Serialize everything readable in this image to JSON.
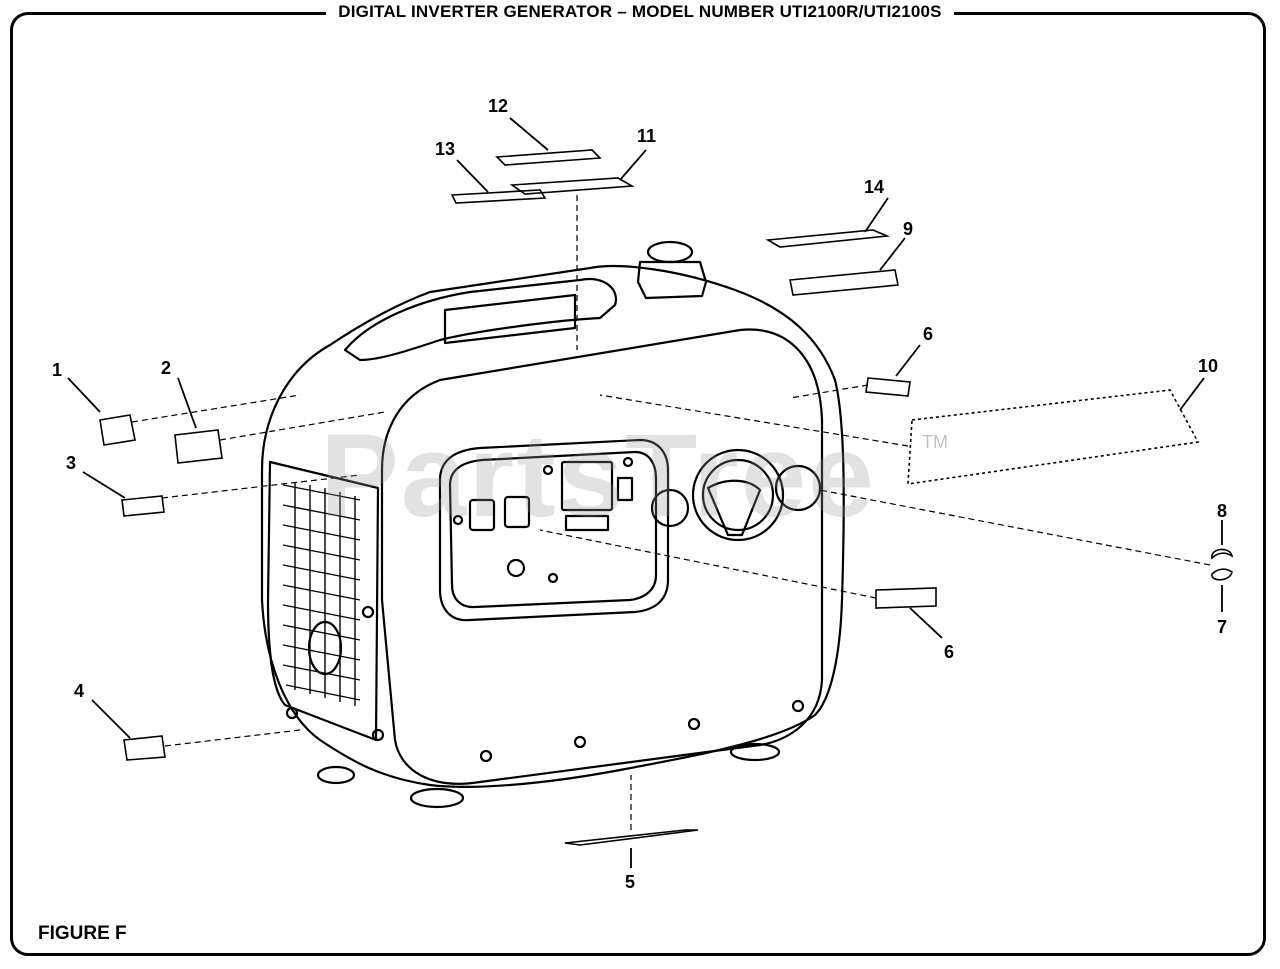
{
  "title": "DIGITAL INVERTER GENERATOR – MODEL NUMBER UTI2100R/UTI2100S",
  "figure_label": "FIGURE F",
  "watermark": "PartsTree",
  "watermark_tm": "TM",
  "callouts": {
    "c1": "1",
    "c2": "2",
    "c3": "3",
    "c4": "4",
    "c5": "5",
    "c6a": "6",
    "c6b": "6",
    "c7": "7",
    "c8": "8",
    "c9": "9",
    "c10": "10",
    "c11": "11",
    "c12": "12",
    "c13": "13",
    "c14": "14"
  }
}
